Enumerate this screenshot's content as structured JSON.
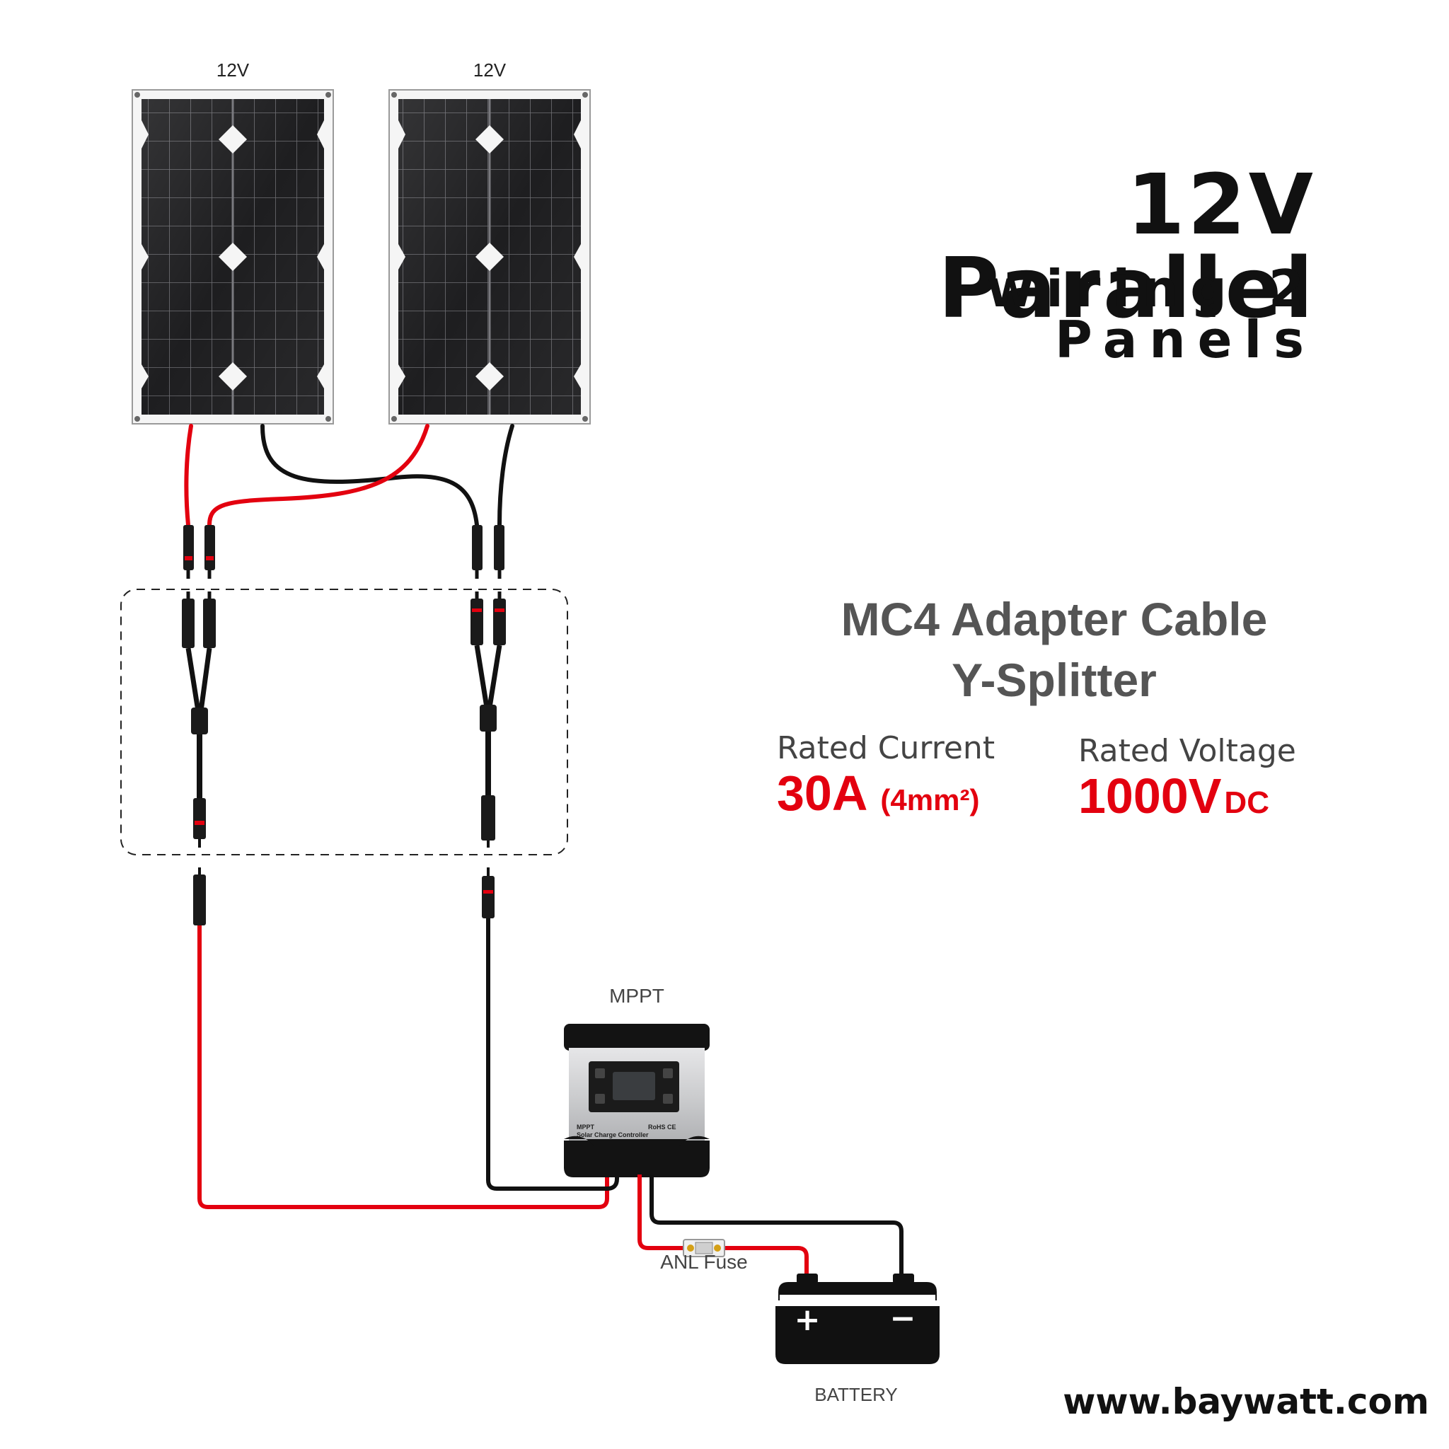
{
  "panels": [
    {
      "label": "12V"
    },
    {
      "label": "12V"
    }
  ],
  "title": "12V Parallel",
  "subtitle": "wiring 2 Panels",
  "adapter": {
    "title_line1": "MC4 Adapter Cable",
    "title_line2": "Y-Splitter",
    "current_label": "Rated Current",
    "current_value": "30A",
    "current_note": "(4mm²)",
    "voltage_label": "Rated Voltage",
    "voltage_value": "1000V",
    "voltage_unit": "DC"
  },
  "controller": {
    "label": "MPPT",
    "faceplate_model": "MPPT",
    "faceplate_desc": "Solar Charge Controller",
    "faceplate_cert": "RoHS CE"
  },
  "fuse_label": "ANL Fuse",
  "battery_label": "BATTERY",
  "battery_plus": "+",
  "battery_minus": "−",
  "website": "www.baywatt.com",
  "colors": {
    "positive_wire": "#e3000f",
    "negative_wire": "#111111",
    "accent_text": "#e3000f",
    "panel_cell": "#1c1c1e",
    "panel_frame": "#f4f4f4"
  }
}
